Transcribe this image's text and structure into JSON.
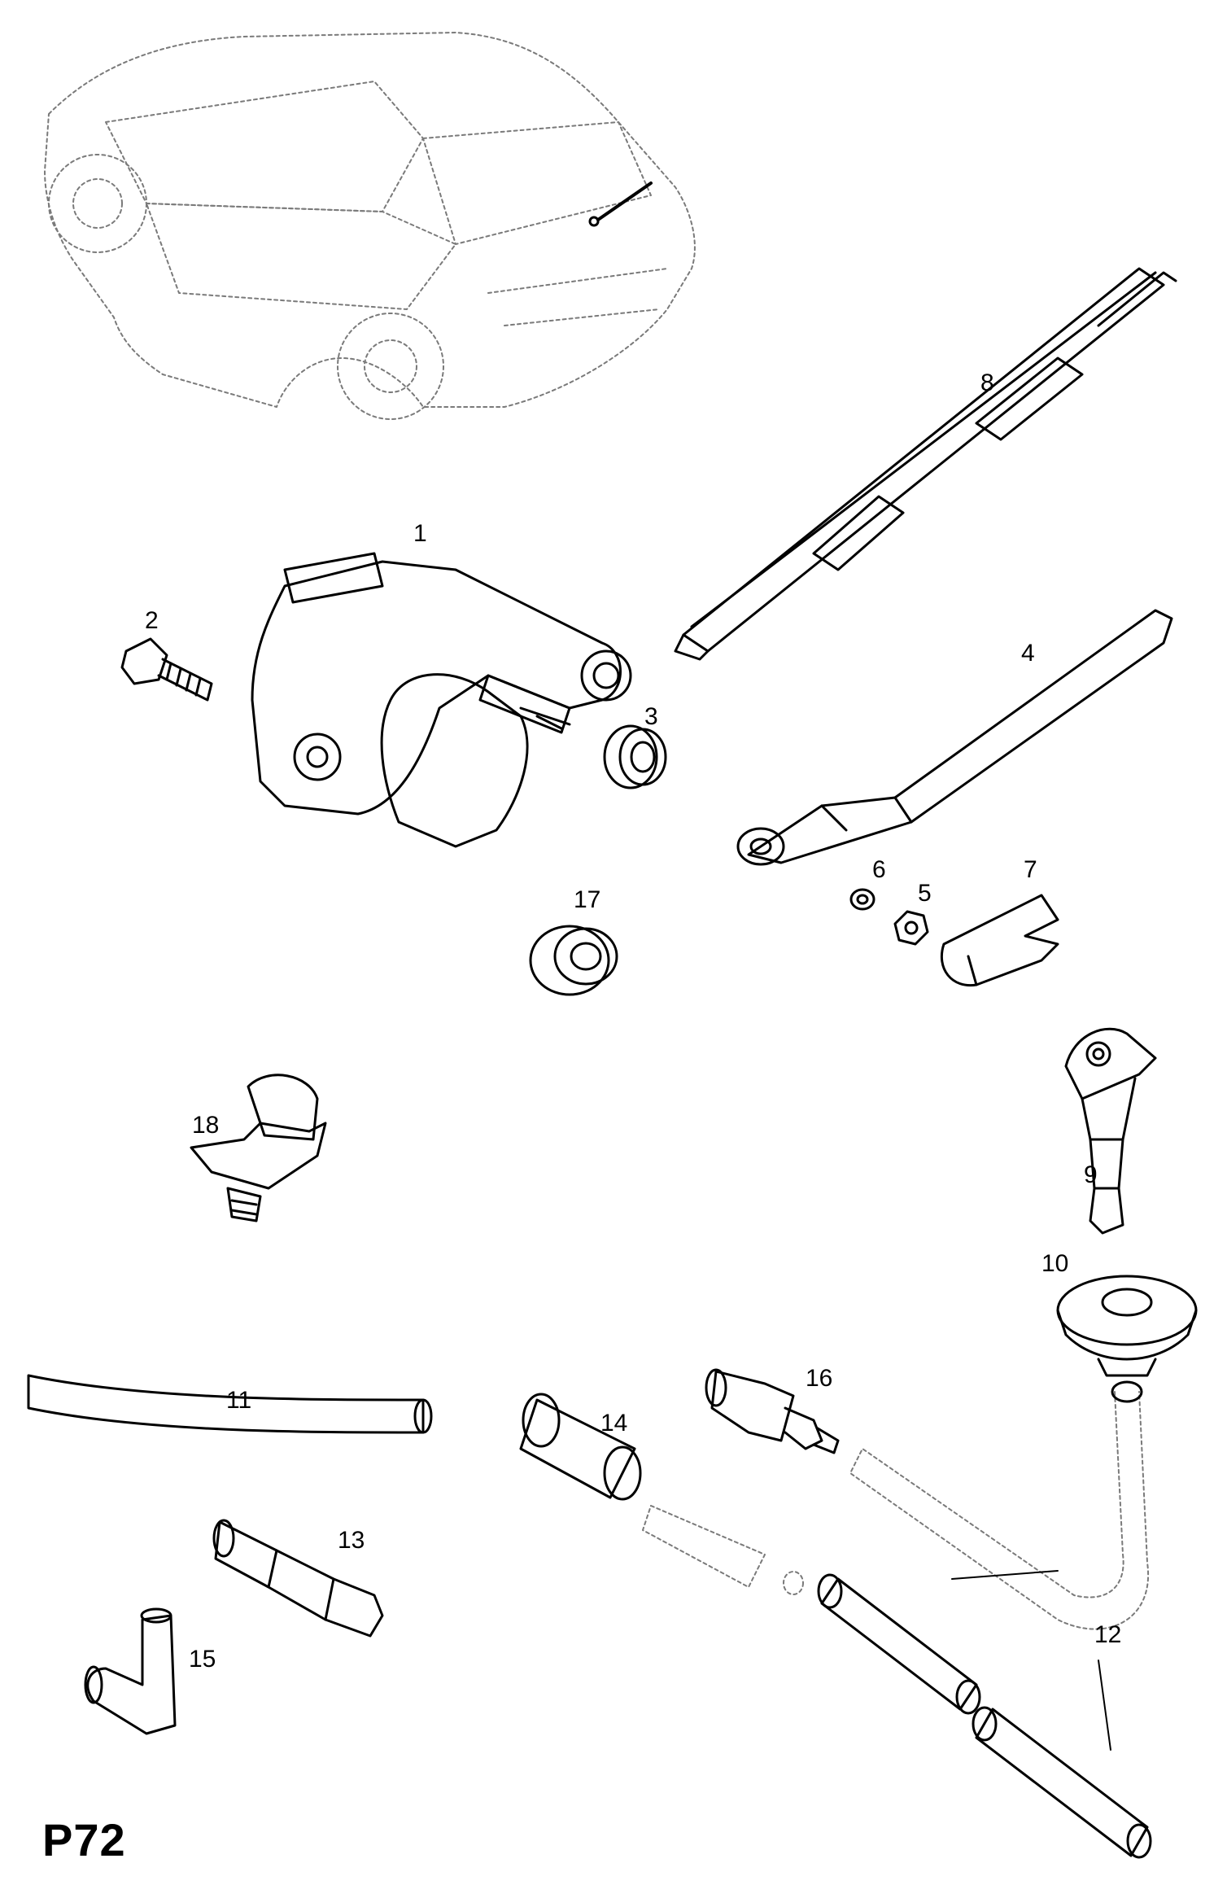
{
  "page_code": "P72",
  "part_labels": {
    "p1": "1",
    "p2": "2",
    "p3": "3",
    "p4": "4",
    "p5": "5",
    "p6": "6",
    "p7": "7",
    "p8": "8",
    "p9": "9",
    "p10": "10",
    "p11": "11",
    "p12": "12",
    "p13": "13",
    "p14": "14",
    "p15": "15",
    "p16": "16",
    "p17": "17",
    "p18": "18"
  },
  "colors": {
    "line": "#000000",
    "dotted_line": "#7a7a7a",
    "background": "#ffffff"
  }
}
